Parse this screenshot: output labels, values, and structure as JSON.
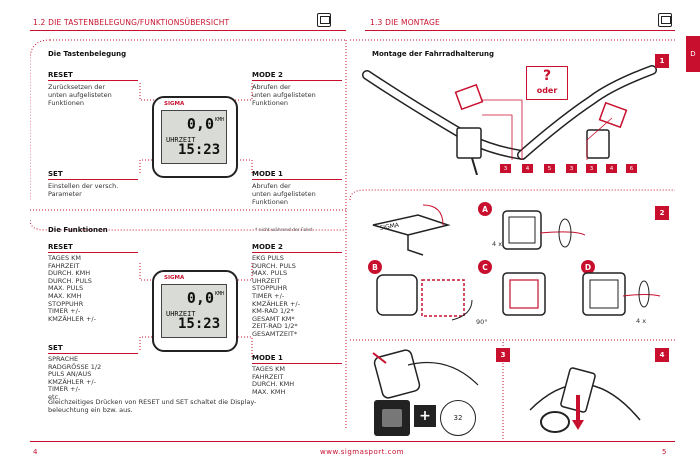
{
  "left_page": {
    "header": "1.2 DIE TASTENBELEGUNG/FUNKTIONSÜBERSICHT",
    "section1": {
      "title": "Die Tastenbelegung",
      "reset_label": "RESET",
      "reset_text": "Zurücksetzen der\nunten aufgelisteten\nFunktionen",
      "mode2_label": "MODE 2",
      "mode2_text": "Abrufen der\nunten aufgelisteten\nFunktionen",
      "set_label": "SET",
      "set_text": "Einstellen der versch.\nParameter",
      "mode1_label": "MODE 1",
      "mode1_text": "Abrufen der\nunten aufgelisteten\nFunktionen"
    },
    "device": {
      "brand": "SIGMA",
      "speed": "0,0",
      "unit": "KMH",
      "label": "UHRZEIT",
      "time": "15:23"
    },
    "section2": {
      "title": "Die Funktionen",
      "note": "* nicht während der Fahrt",
      "reset_label": "RESET",
      "reset_list": "TAGES KM\nFAHRZEIT\nDURCH. KMH\nDURCH. PULS\nMAX. PULS\nMAX. KMH\nSTOPPUHR\nTIMER +/-\nKMZÄHLER +/-",
      "mode2_label": "MODE 2",
      "mode2_list": "EKG PULS\nDURCH. PULS\nMAX. PULS\nUHRZEIT\nSTOPPUHR\nTIMER +/-\nKMZÄHLER +/-\nKM-RAD 1/2*\nGESAMT KM*\nZEIT-RAD 1/2*\nGESAMTZEIT*",
      "set_label": "SET",
      "set_list": "SPRACHE\nRADGRÖSSE 1/2\nPULS AN/AUS\nKMZÄHLER +/-\nTIMER +/-\netc.",
      "mode1_label": "MODE 1",
      "mode1_list": "TAGES KM\nFAHRZEIT\nDURCH. KMH\nMAX. KMH",
      "footer_note": "Gleichzeitiges Drücken von RESET und SET schaltet die Display-\nbeleuchtung ein bzw. aus."
    },
    "page_number": "4",
    "website": "www.sigmasport.com"
  },
  "right_page": {
    "header": "1.3 DIE MONTAGE",
    "mount_title": "Montage der Fahrradhalterung",
    "question": "?",
    "oder": "oder",
    "chips_left": [
      "3",
      "4",
      "5"
    ],
    "chips_right": [
      "3",
      "3",
      "4",
      "6"
    ],
    "step_letters": [
      "A",
      "B",
      "C",
      "D"
    ],
    "times_4a": "4 x",
    "times_4b": "4 x",
    "angle": "90°",
    "badges": [
      "1",
      "2",
      "3",
      "4"
    ],
    "tab_letter": "D",
    "battery_label": "32",
    "plus": "+",
    "page_number": "5"
  },
  "colors": {
    "accent": "#c8102e"
  }
}
